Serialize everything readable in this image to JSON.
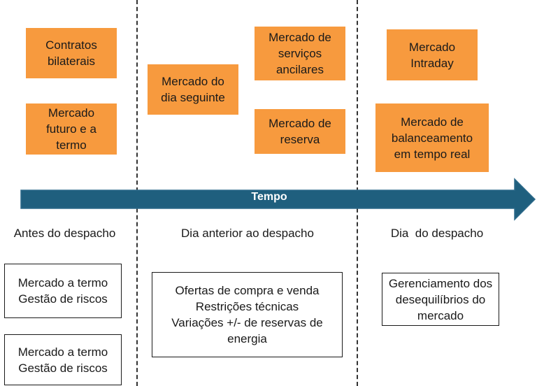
{
  "colors": {
    "market_box": "#f79a3e",
    "arrow": "#1f5f7e",
    "arrow_border": "#2d6a8a",
    "divider": "#333333"
  },
  "arrow_label": "Tempo",
  "phases": [
    "Antes do despacho",
    "Dia anterior ao despacho",
    "Dia  do despacho"
  ],
  "markets": {
    "contratos_bilaterais": "Contratos\nbilaterais",
    "mercado_futuro_termo": "Mercado\nfuturo e a\ntermo",
    "mercado_dia_seguinte": "Mercado do\ndia seguinte",
    "mercado_servicos_ancilares": "Mercado de\nserviços\nancilares",
    "mercado_reserva": "Mercado de\nreserva",
    "mercado_intraday": "Mercado\nIntraday",
    "mercado_balanceamento": "Mercado de\nbalanceamento\nem tempo real"
  },
  "descriptions": {
    "antes_1": "Mercado a termo\nGestão de riscos",
    "antes_2": "Mercado a termo\nGestão de riscos",
    "dia_anterior": "Ofertas de compra e venda\nRestrições técnicas\nVariações +/- de reservas de\nenergia",
    "dia_despacho": "Gerenciamento dos\ndesequilíbrios do\nmercado"
  }
}
